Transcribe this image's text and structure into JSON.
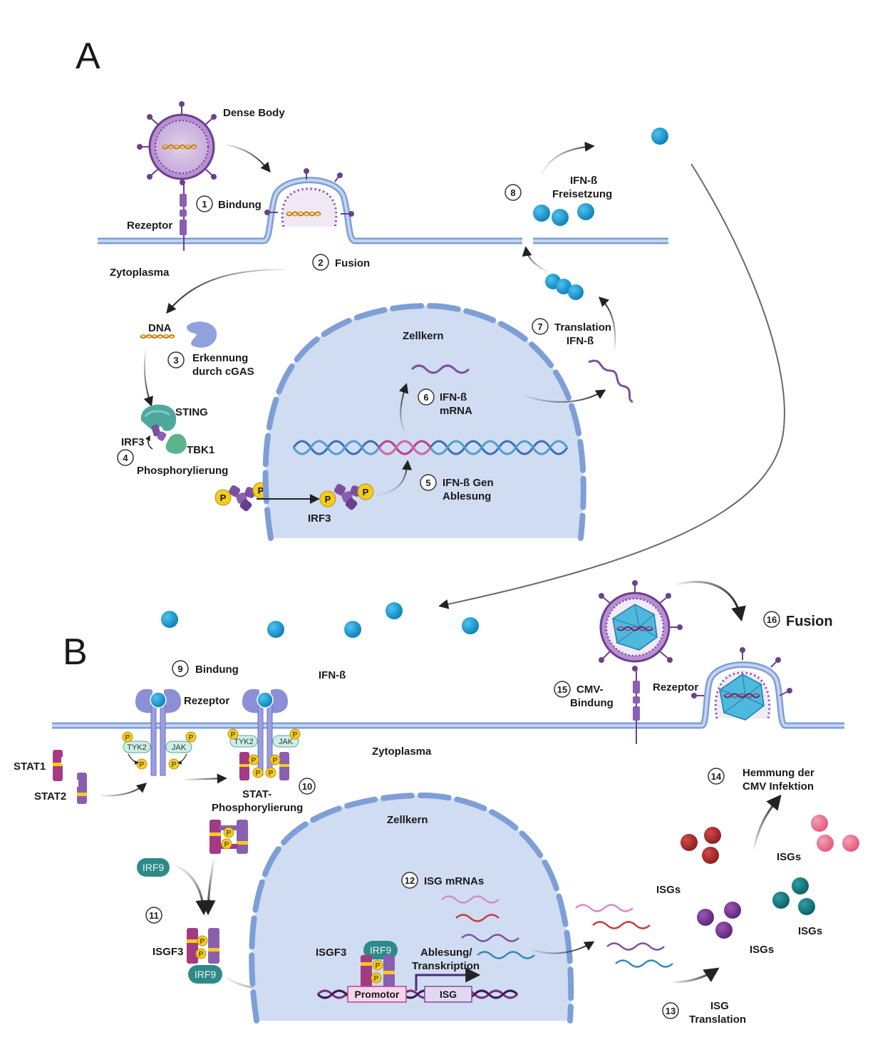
{
  "panels": {
    "a": "A",
    "b": "B"
  },
  "colors": {
    "membrane": "#7e9ed6",
    "membrane_light": "#c3d4ef",
    "nucleus": "#cfdcf2",
    "nucleus_edge": "#7e9ed6",
    "ifn": "#1c9bd6",
    "phospho": "#f5cc1f",
    "purple": "#7c4fa0",
    "magenta": "#a43a83",
    "teal": "#2e8a88",
    "dna_pink": "#c0408a",
    "dna_blue": "#3b6fb0"
  },
  "a": {
    "dense_body": "Dense Body",
    "receptor": "Rezeptor",
    "cytoplasm": "Zytoplasma",
    "nucleus": "Zellkern",
    "dna": "DNA",
    "sting": "STING",
    "tbk1": "TBK1",
    "irf3": "IRF3",
    "irf3_b": "IRF3",
    "p": "P",
    "steps": [
      {
        "n": "1",
        "label": "Bindung"
      },
      {
        "n": "2",
        "label": "Fusion"
      },
      {
        "n": "3",
        "label1": "Erkennung",
        "label2": "durch cGAS"
      },
      {
        "n": "4",
        "label": "Phosphorylierung"
      },
      {
        "n": "5",
        "label1": "IFN-ß Gen",
        "label2": "Ablesung"
      },
      {
        "n": "6",
        "label1": "IFN-ß",
        "label2": "mRNA"
      },
      {
        "n": "7",
        "label1": "Translation",
        "label2": "IFN-ß"
      },
      {
        "n": "8",
        "label1": "IFN-ß",
        "label2": "Freisetzung"
      }
    ]
  },
  "b": {
    "ifn": "IFN-ß",
    "receptor": "Rezeptor",
    "receptor2": "Rezeptor",
    "cytoplasm": "Zytoplasma",
    "nucleus": "Zellkern",
    "stat1": "STAT1",
    "stat2": "STAT2",
    "tyk2": "TYK2",
    "jak": "JAK",
    "irf9": "IRF9",
    "isgf3": "ISGF3",
    "isgf3_b": "ISGF3",
    "promotor": "Promotor",
    "isg": "ISG",
    "isgs": "ISGs",
    "p": "P",
    "transcription1": "Ablesung/",
    "transcription2": "Transkription",
    "steps": [
      {
        "n": "9",
        "label": "Bindung"
      },
      {
        "n": "10",
        "label1": "STAT-",
        "label2": "Phosphorylierung"
      },
      {
        "n": "11",
        "label": ""
      },
      {
        "n": "12",
        "label": "ISG mRNAs"
      },
      {
        "n": "13",
        "label1": "ISG",
        "label2": "Translation"
      },
      {
        "n": "14",
        "label1": "Hemmung der",
        "label2": "CMV Infektion"
      },
      {
        "n": "15",
        "label1": "CMV-",
        "label2": "Bindung"
      },
      {
        "n": "16",
        "label": "Fusion"
      }
    ]
  }
}
